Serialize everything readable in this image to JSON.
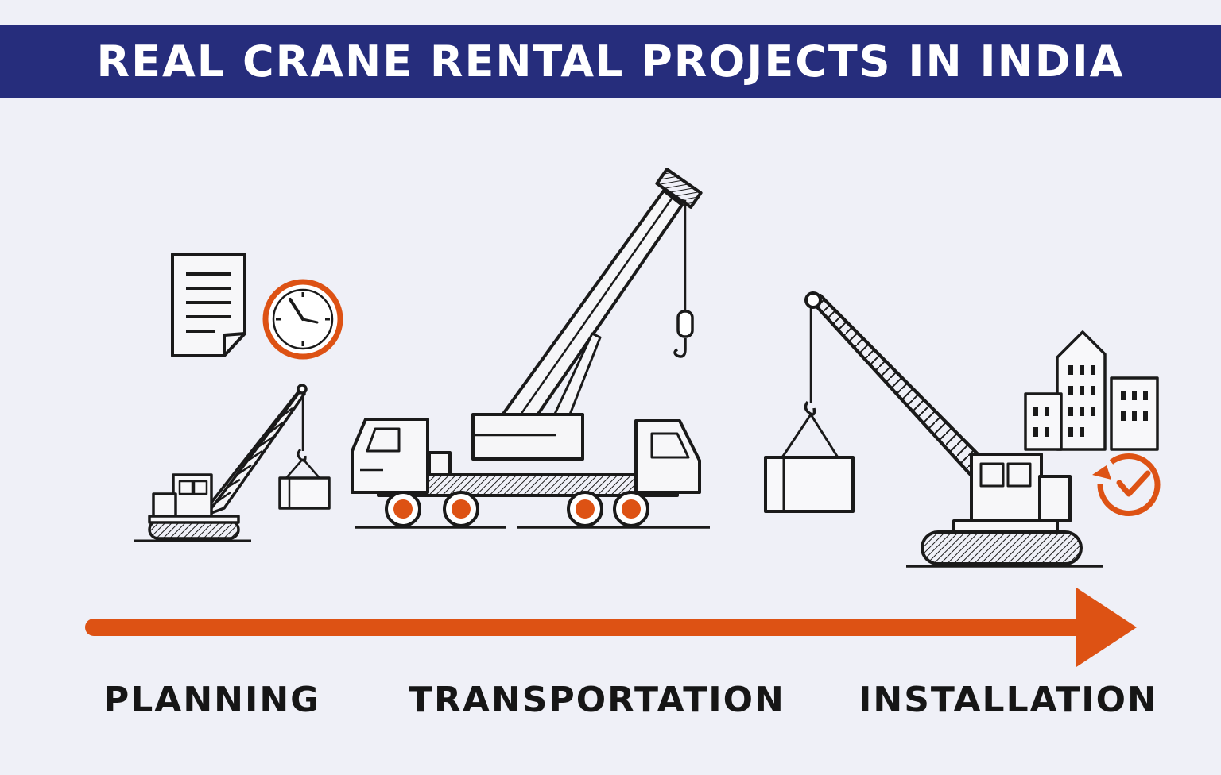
{
  "title": "REAL CRANE RENTAL PROJECTS IN INDIA",
  "stages": [
    {
      "label": "PLANNING",
      "icon": "small-crawler-crane-icon"
    },
    {
      "label": "TRANSPORTATION",
      "icon": "truck-crane-icon"
    },
    {
      "label": "INSTALLATION",
      "icon": "crawler-crane-with-buildings-icon"
    }
  ],
  "colors": {
    "banner": "#262d7c",
    "accent": "#dd5214",
    "ink": "#1a1a1a",
    "background": "#eff0f7"
  }
}
